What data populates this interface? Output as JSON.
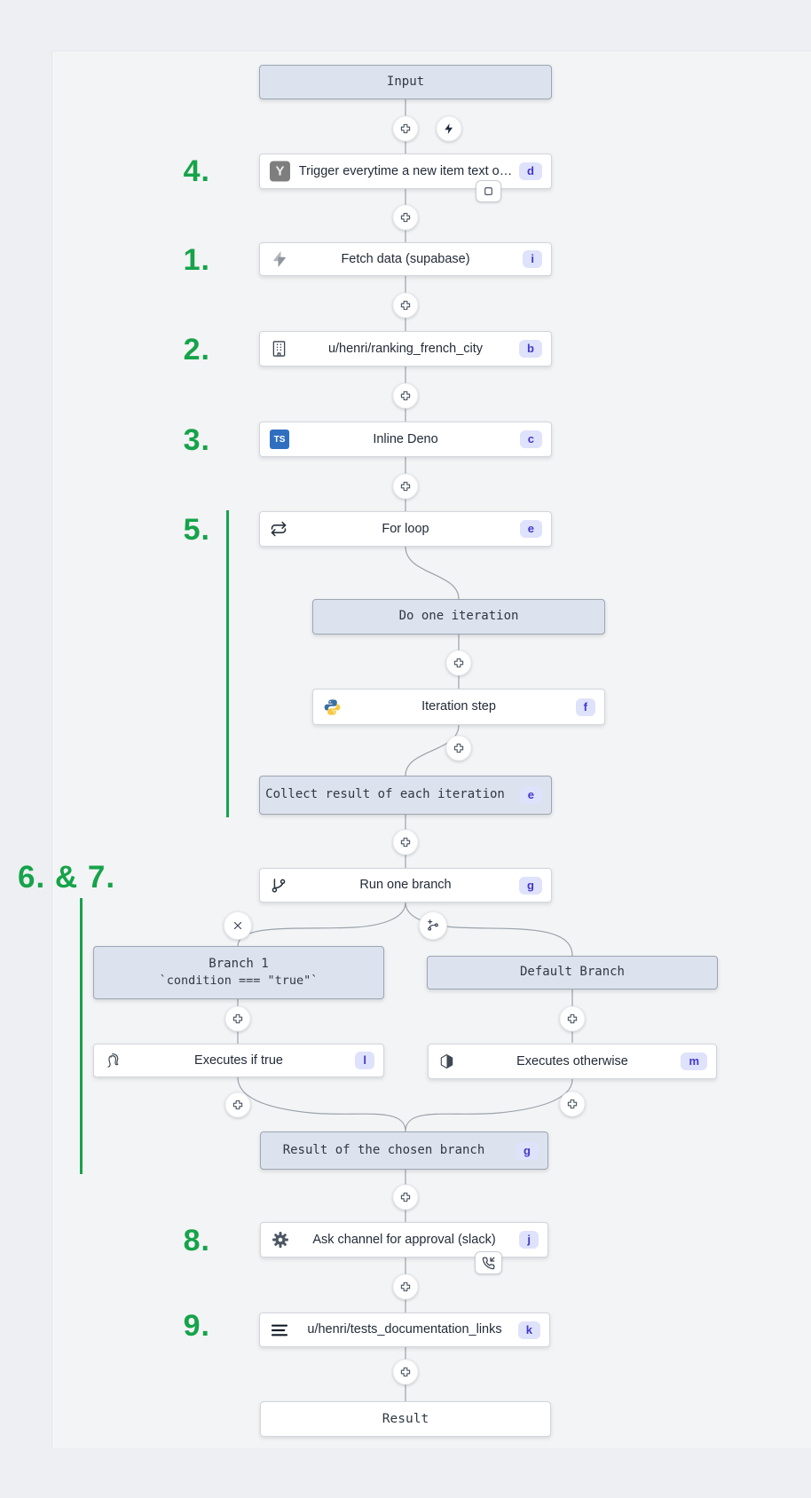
{
  "colors": {
    "annotation_green": "#16a34a",
    "badge_bg": "#dfe2fb",
    "badge_text": "#4338ca",
    "header_node_bg": "#dde3ee",
    "node_bg": "#ffffff",
    "edge": "#9aa2ac"
  },
  "annotations": {
    "n1": "1.",
    "n2": "2.",
    "n3": "3.",
    "n4": "4.",
    "n5": "5.",
    "n6_7": "6. & 7.",
    "n8": "8.",
    "n9": "9."
  },
  "icon_glyphs": {
    "trigger_letter": "Y",
    "deno_letters": "TS"
  },
  "nodes": {
    "input": {
      "label": "Input"
    },
    "trigger": {
      "label": "Trigger everytime a new item text o…",
      "badge": "d",
      "icon": "hackernews-y-icon"
    },
    "fetch": {
      "label": "Fetch data (supabase)",
      "badge": "i",
      "icon": "supabase-bolt-icon"
    },
    "ranking": {
      "label": "u/henri/ranking_french_city",
      "badge": "b",
      "icon": "building-icon"
    },
    "deno": {
      "label": "Inline Deno",
      "badge": "c",
      "icon": "typescript-icon"
    },
    "forloop": {
      "label": "For loop",
      "badge": "e",
      "icon": "loop-icon"
    },
    "do_iteration": {
      "label": "Do one iteration"
    },
    "iteration_step": {
      "label": "Iteration step",
      "badge": "f",
      "icon": "python-icon"
    },
    "collect": {
      "label": "Collect result of each iteration",
      "badge": "e"
    },
    "run_one_branch": {
      "label": "Run one branch",
      "badge": "g",
      "icon": "git-branch-icon"
    },
    "branch1": {
      "label": "Branch 1",
      "sublabel": "`condition === \"true\"`"
    },
    "default_branch": {
      "label": "Default Branch"
    },
    "executes_if_true": {
      "label": "Executes if true",
      "badge": "l",
      "icon": "postgresql-icon"
    },
    "executes_otherwise": {
      "label": "Executes otherwise",
      "badge": "m",
      "icon": "cube-icon"
    },
    "branch_result": {
      "label": "Result of the chosen branch",
      "badge": "g"
    },
    "slack_approval": {
      "label": "Ask channel for approval (slack)",
      "badge": "j",
      "icon": "gear-icon"
    },
    "docs_links": {
      "label": "u/henri/tests_documentation_links",
      "badge": "k",
      "icon": "menu-icon"
    },
    "result": {
      "label": "Result"
    }
  }
}
